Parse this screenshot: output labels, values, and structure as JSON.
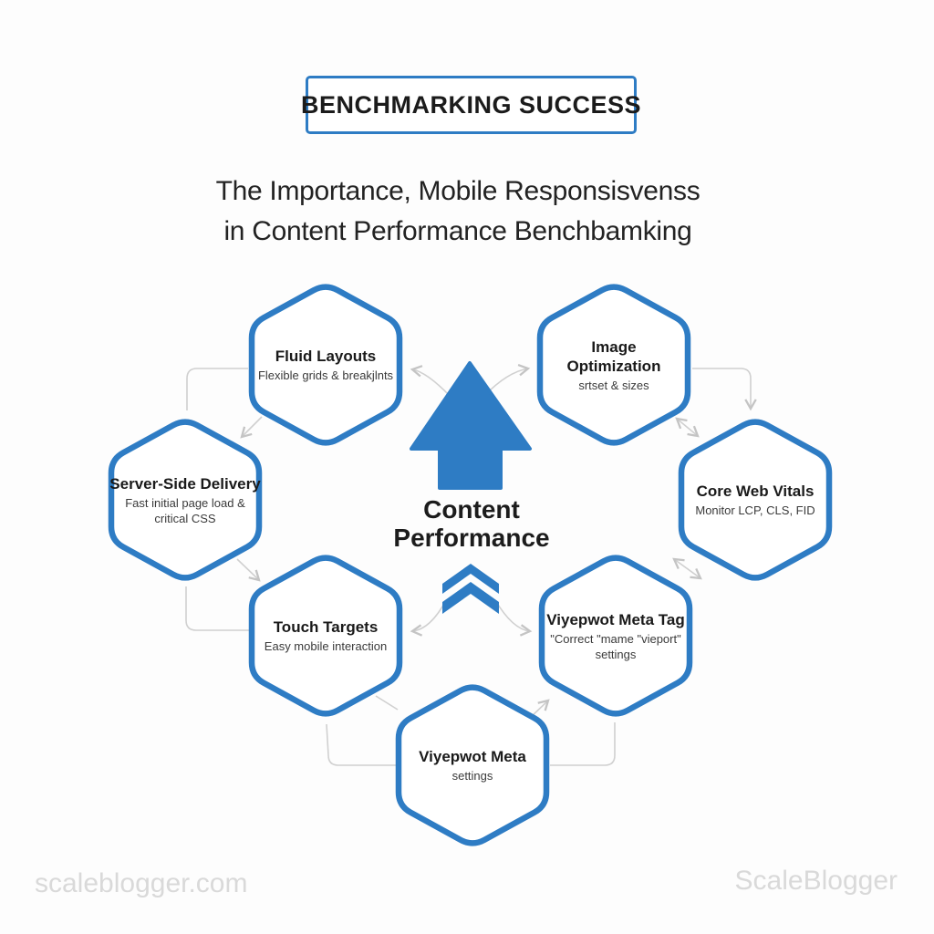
{
  "badge": {
    "label": "BENCHMARKING SUCCESS"
  },
  "heading": {
    "line1": "The Importance, Mobile Responsisvenss",
    "line2": "in Content Performance Benchbamking"
  },
  "center": {
    "label": "Content\nPerformance",
    "arrow_icon": "up-arrow-icon",
    "chevron_icon": "double-chevron-up-icon"
  },
  "hexagons": [
    {
      "id": "fluid-layouts",
      "title": "Fluid Layouts",
      "subtitle": "Flexible grids & breakjlnts"
    },
    {
      "id": "image-optimization",
      "title": "Image\nOptimization",
      "subtitle": "srtset & sizes"
    },
    {
      "id": "server-side-delivery",
      "title": "Server-Side Delivery",
      "subtitle": "Fast initial page load & critical CSS"
    },
    {
      "id": "core-web-vitals",
      "title": "Core Web Vitals",
      "subtitle": "Monitor LCP, CLS, FID"
    },
    {
      "id": "touch-targets",
      "title": "Touch Targets",
      "subtitle": "Easy mobile interaction"
    },
    {
      "id": "viewport-meta-tag",
      "title": "Viyepwot Meta Tag",
      "subtitle": "\"Correct \"mame \"vieport\" settings"
    },
    {
      "id": "viewport-meta",
      "title": "Viyepwot Meta",
      "subtitle": "settings"
    }
  ],
  "colors": {
    "accent_blue": "#2e7cc4",
    "connector_gray": "#d0d0d0",
    "text_dark": "#1d1d1d",
    "watermark_gray": "#d9d9d9"
  },
  "footer": {
    "left": "scaleblogger.com",
    "right": "ScaleBlogger"
  }
}
